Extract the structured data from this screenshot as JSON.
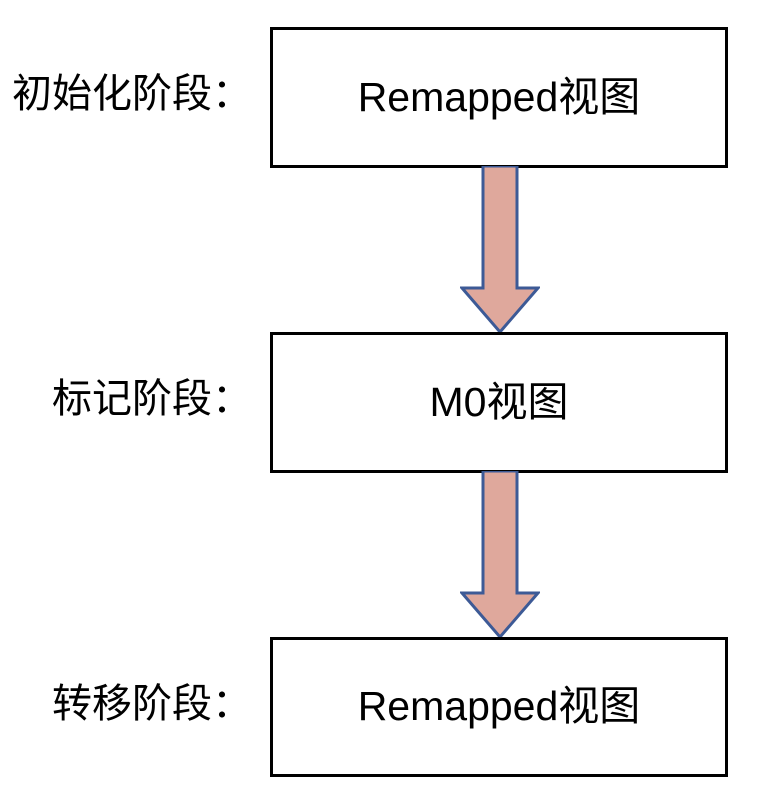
{
  "diagram": {
    "type": "flowchart",
    "orientation": "vertical",
    "colors": {
      "box_border": "#000000",
      "box_fill": "#ffffff",
      "text": "#000000",
      "arrow_fill": "#dfa89c",
      "arrow_border": "#3d5a96",
      "background": "#ffffff"
    },
    "stages": [
      {
        "label": "初始化阶段：",
        "box_text": "Remapped视图"
      },
      {
        "label": "标记阶段：",
        "box_text": "M0视图"
      },
      {
        "label": "转移阶段：",
        "box_text": "Remapped视图"
      }
    ],
    "arrows": [
      {
        "direction": "down",
        "from": "Remapped视图",
        "to": "M0视图"
      },
      {
        "direction": "down",
        "from": "M0视图",
        "to": "Remapped视图"
      }
    ]
  }
}
